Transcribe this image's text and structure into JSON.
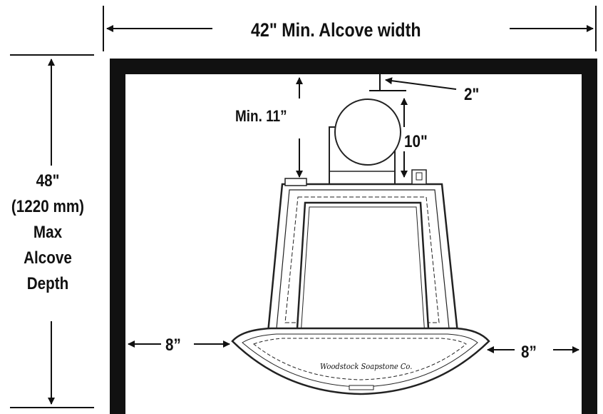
{
  "diagram": {
    "alcove_width_label": "42\" Min. Alcove width",
    "alcove_depth_label": [
      "48\"",
      "(1220 mm)",
      "Max",
      "Alcove",
      "Depth"
    ],
    "min_top_clearance_label": "Min. 11”",
    "flue_wall_gap_label": "2\"",
    "flue_height_label": "10\"",
    "side_clearance_left_label": "8”",
    "side_clearance_right_label": "8”",
    "hearth_brand_mark": "Woodstock Soapstone Co."
  }
}
